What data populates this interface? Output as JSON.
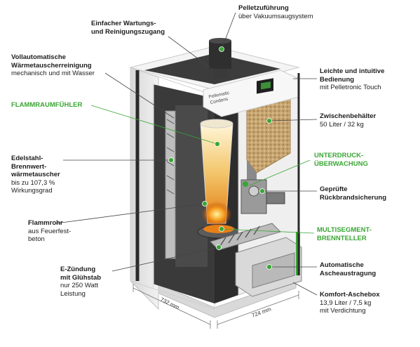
{
  "labels": {
    "pellet_feed": {
      "title": "Pelletzuführung",
      "sub": [
        "über Vakuumsaugsystem"
      ]
    },
    "maintenance": {
      "title": [
        "Einfacher Wartungs-",
        "und Reinigungszugang"
      ],
      "sub": []
    },
    "heat_cleaning": {
      "title": [
        "Vollautomatische",
        "Wärmetauscherreinigung"
      ],
      "sub": [
        "mechanisch und mit Wasser"
      ]
    },
    "flame_sensor": {
      "title": [
        "FLAMMRAUMFÜHLER"
      ],
      "sub": []
    },
    "exchanger": {
      "title": [
        "Edelstahl-",
        "Brennwert-",
        "wärmetauscher"
      ],
      "sub": [
        "bis zu 107,3 %",
        "Wirkungsgrad"
      ]
    },
    "flame_tube": {
      "title": [
        "Flammrohr"
      ],
      "sub": [
        "aus Feuerfest-",
        "beton"
      ]
    },
    "ignition": {
      "title": [
        "E-Zündung",
        "mit Glühstab"
      ],
      "sub": [
        "nur 250 Watt",
        "Leistung"
      ]
    },
    "operation": {
      "title": [
        "Leichte und intuitive",
        "Bedienung"
      ],
      "sub": [
        "mit Pelletronic Touch"
      ]
    },
    "buffer": {
      "title": [
        "Zwischenbehälter"
      ],
      "sub": [
        "50 Liter / 32 kg"
      ]
    },
    "vacuum": {
      "title": [
        "UNTERDRUCK-",
        "ÜBERWACHUNG"
      ],
      "sub": []
    },
    "backfire": {
      "title": [
        "Geprüfte",
        "Rückbrandsicherung"
      ],
      "sub": []
    },
    "burner": {
      "title": [
        "MULTISEGMENT-",
        "BRENNTELLER"
      ],
      "sub": []
    },
    "ash_auto": {
      "title": [
        "Automatische",
        "Ascheaustragung"
      ],
      "sub": []
    },
    "ash_box": {
      "title": [
        "Komfort-Aschebox"
      ],
      "sub": [
        "13,9 Liter / 7,5 kg",
        "mit Verdichtung"
      ]
    }
  },
  "brand": {
    "line1": "Pellematic",
    "line2": "Condens"
  },
  "dimensions": {
    "depth": "732 mm",
    "width": "724 mm"
  },
  "colors": {
    "accent": "#3aa635",
    "line": "#444444",
    "body": "#e6e6e6",
    "frame": "#2a2a2a"
  }
}
